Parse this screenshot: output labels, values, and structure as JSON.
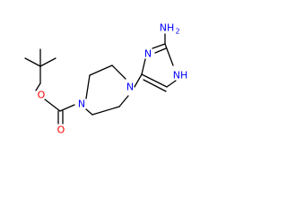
{
  "molecule": {
    "atoms": {
      "nh2": {
        "main": "NH",
        "sub": "2"
      },
      "nh": "NH",
      "n_ring": "N",
      "n_pip_top": "N",
      "n_pip_bottom": "N",
      "o_ester": "O",
      "o_carbonyl": "O"
    }
  },
  "colors": {
    "bond": "#000000",
    "nitrogen": "#0000ff",
    "oxygen": "#ff0000"
  }
}
